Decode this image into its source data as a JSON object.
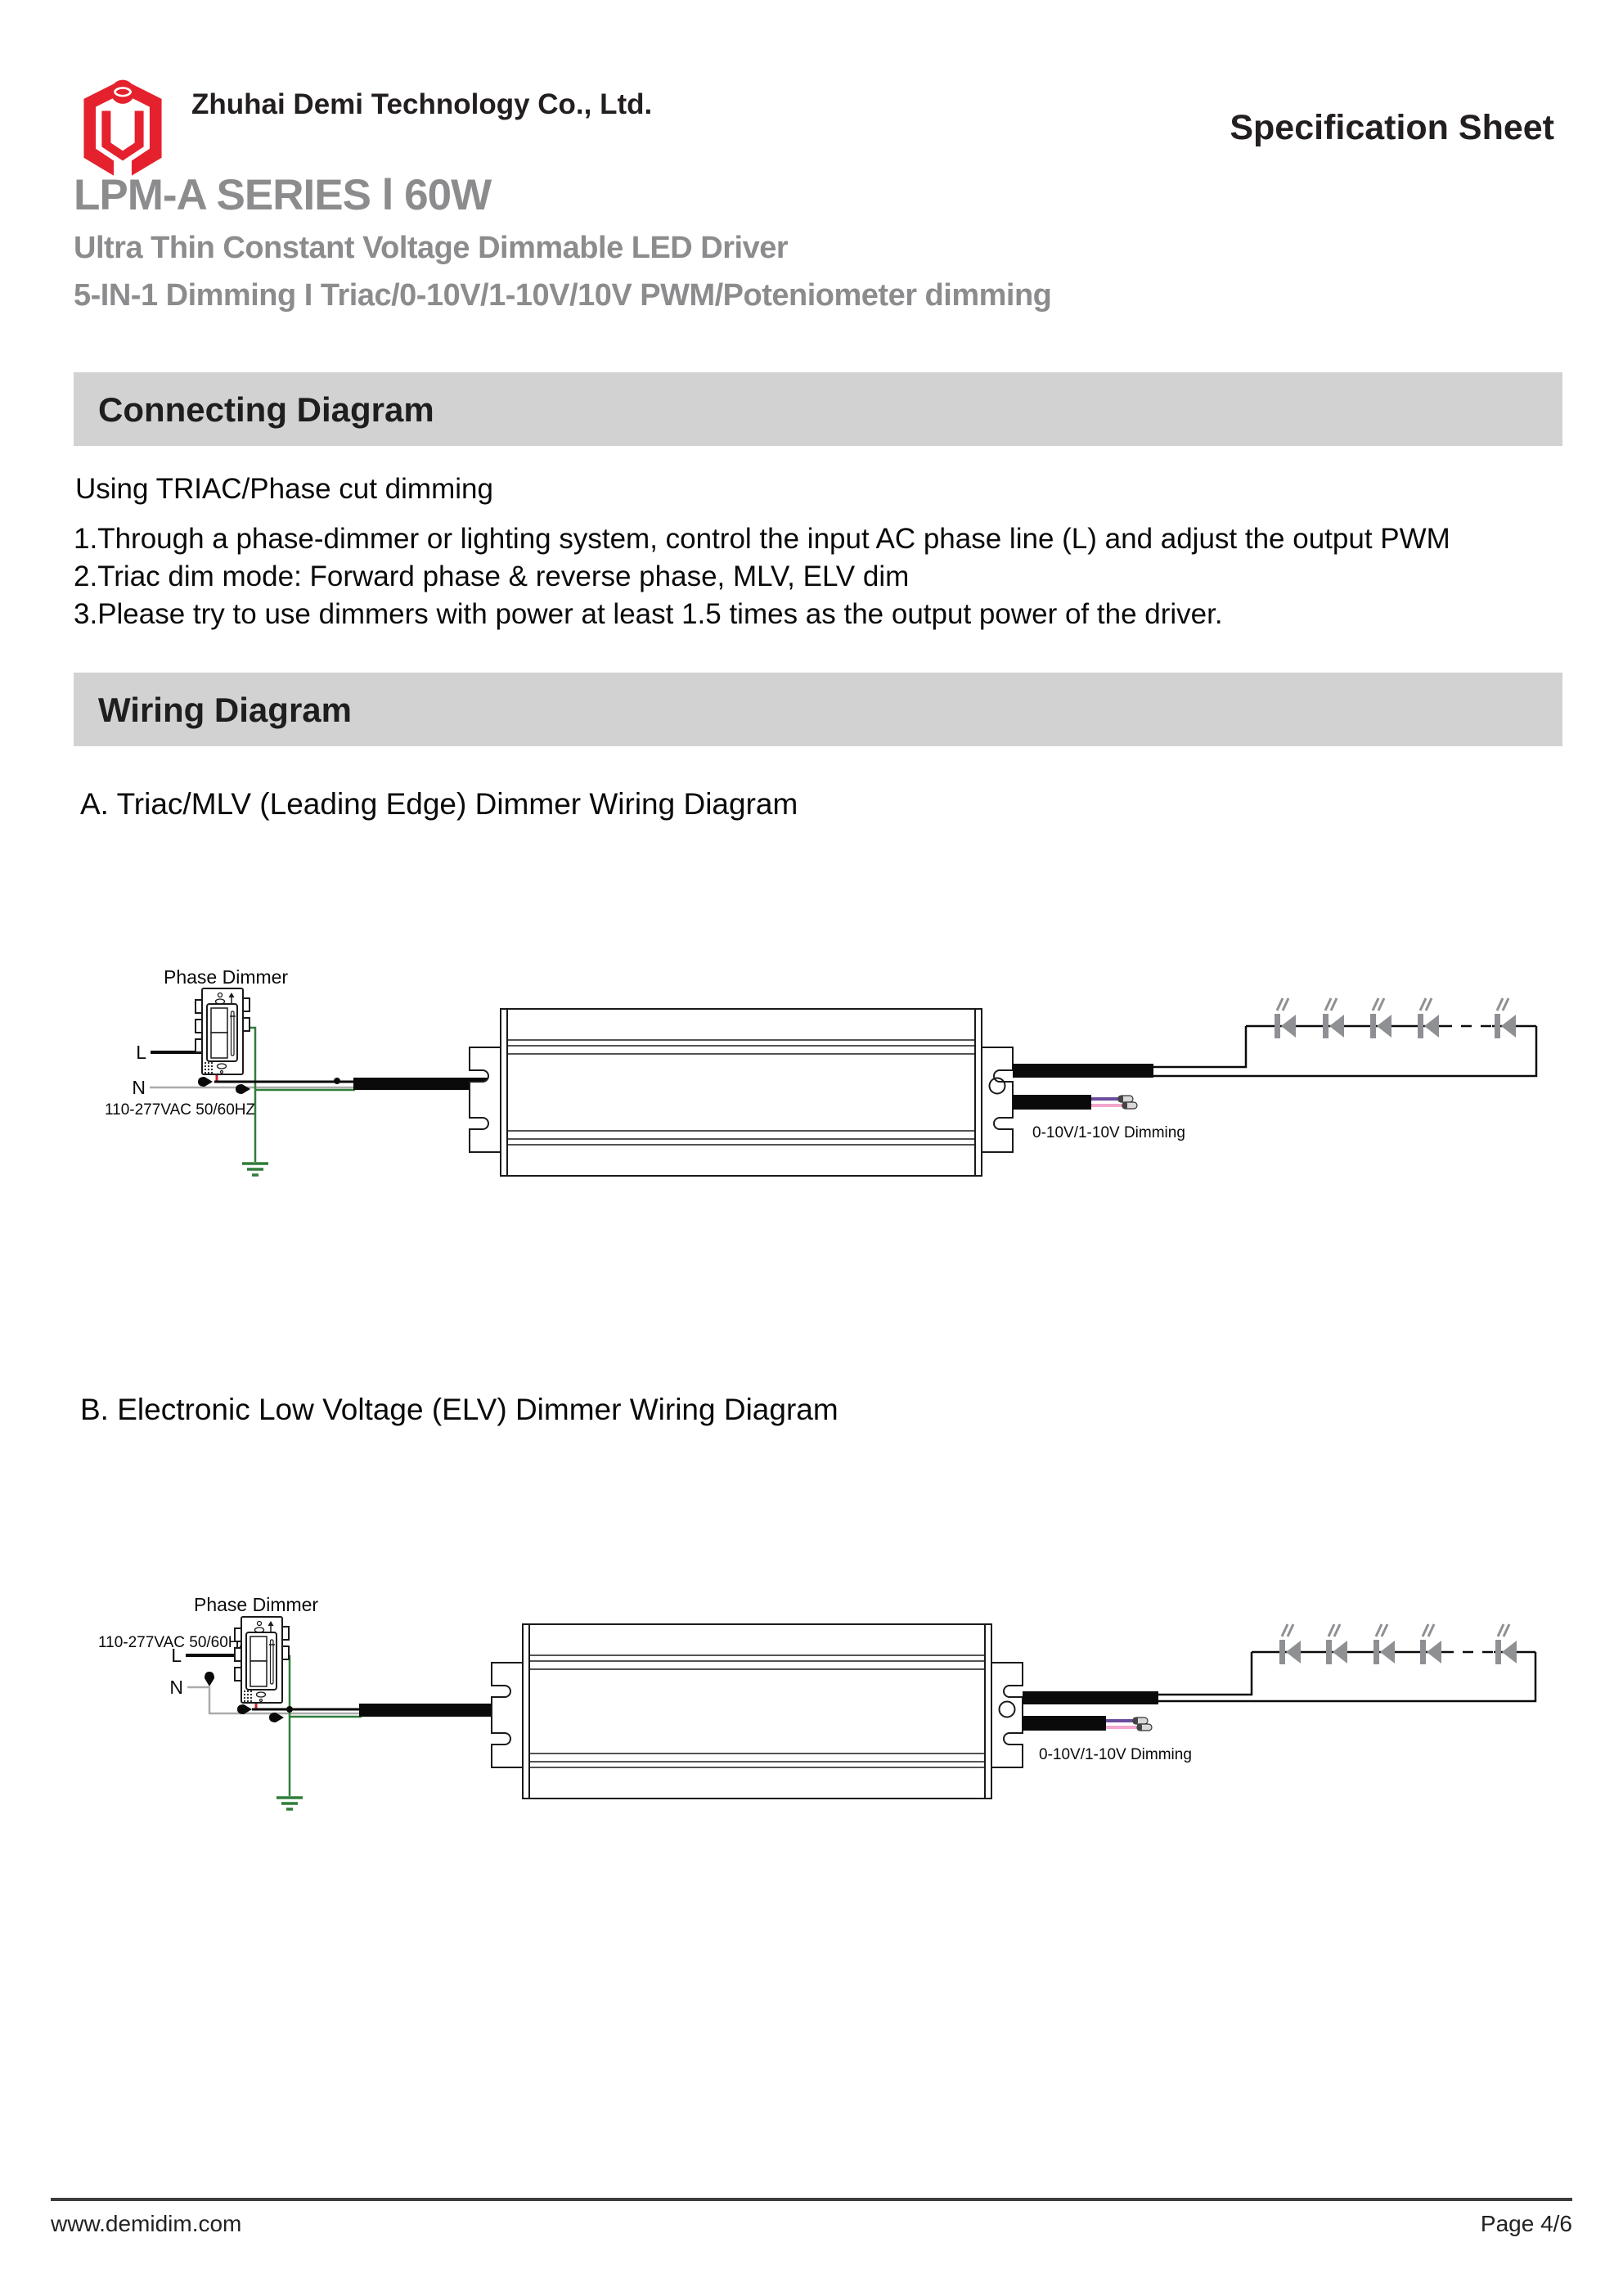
{
  "header": {
    "company": "Zhuhai Demi Technology Co., Ltd.",
    "doc_type": "Specification Sheet"
  },
  "product": {
    "series": "LPM-A SERIES l 60W",
    "subtitle1": "Ultra Thin Constant Voltage Dimmable LED Driver",
    "subtitle2": "5-IN-1 Dimming I  Triac/0-10V/1-10V/10V PWM/Poteniometer dimming"
  },
  "sections": {
    "connecting": {
      "heading": "Connecting Diagram",
      "intro": "Using TRIAC/Phase cut dimming",
      "notes": [
        "1.Through a phase-dimmer or lighting system, control the input AC phase line (L) and adjust the output PWM",
        "2.Triac dim mode: Forward phase & reverse phase, MLV, ELV dim",
        "3.Please try to use dimmers with power at least 1.5 times as the output power of the driver."
      ]
    },
    "wiring": {
      "heading": "Wiring Diagram",
      "diagram_a_title": "A. Triac/MLV (Leading Edge) Dimmer Wiring Diagram",
      "diagram_b_title": "B. Electronic Low Voltage (ELV) Dimmer Wiring Diagram"
    }
  },
  "diagram_labels": {
    "phase_dimmer": "Phase Dimmer",
    "line_label": "L",
    "neutral_label": "N",
    "input_rating": "110-277VAC 50/60HZ",
    "dimming_label": "0-10V/1-10V Dimming"
  },
  "colors": {
    "logo_red": "#e5212e",
    "header_bg": "#d2d2d2",
    "wire_green": "#2f7d3b",
    "wire_red": "#cf2128",
    "wire_gray": "#ababab",
    "wire_purple": "#6a4c9c",
    "wire_pink": "#f2a7cd",
    "led_gray": "#8e9093"
  },
  "footer": {
    "website": "www.demidim.com",
    "page": "Page 4/6"
  }
}
